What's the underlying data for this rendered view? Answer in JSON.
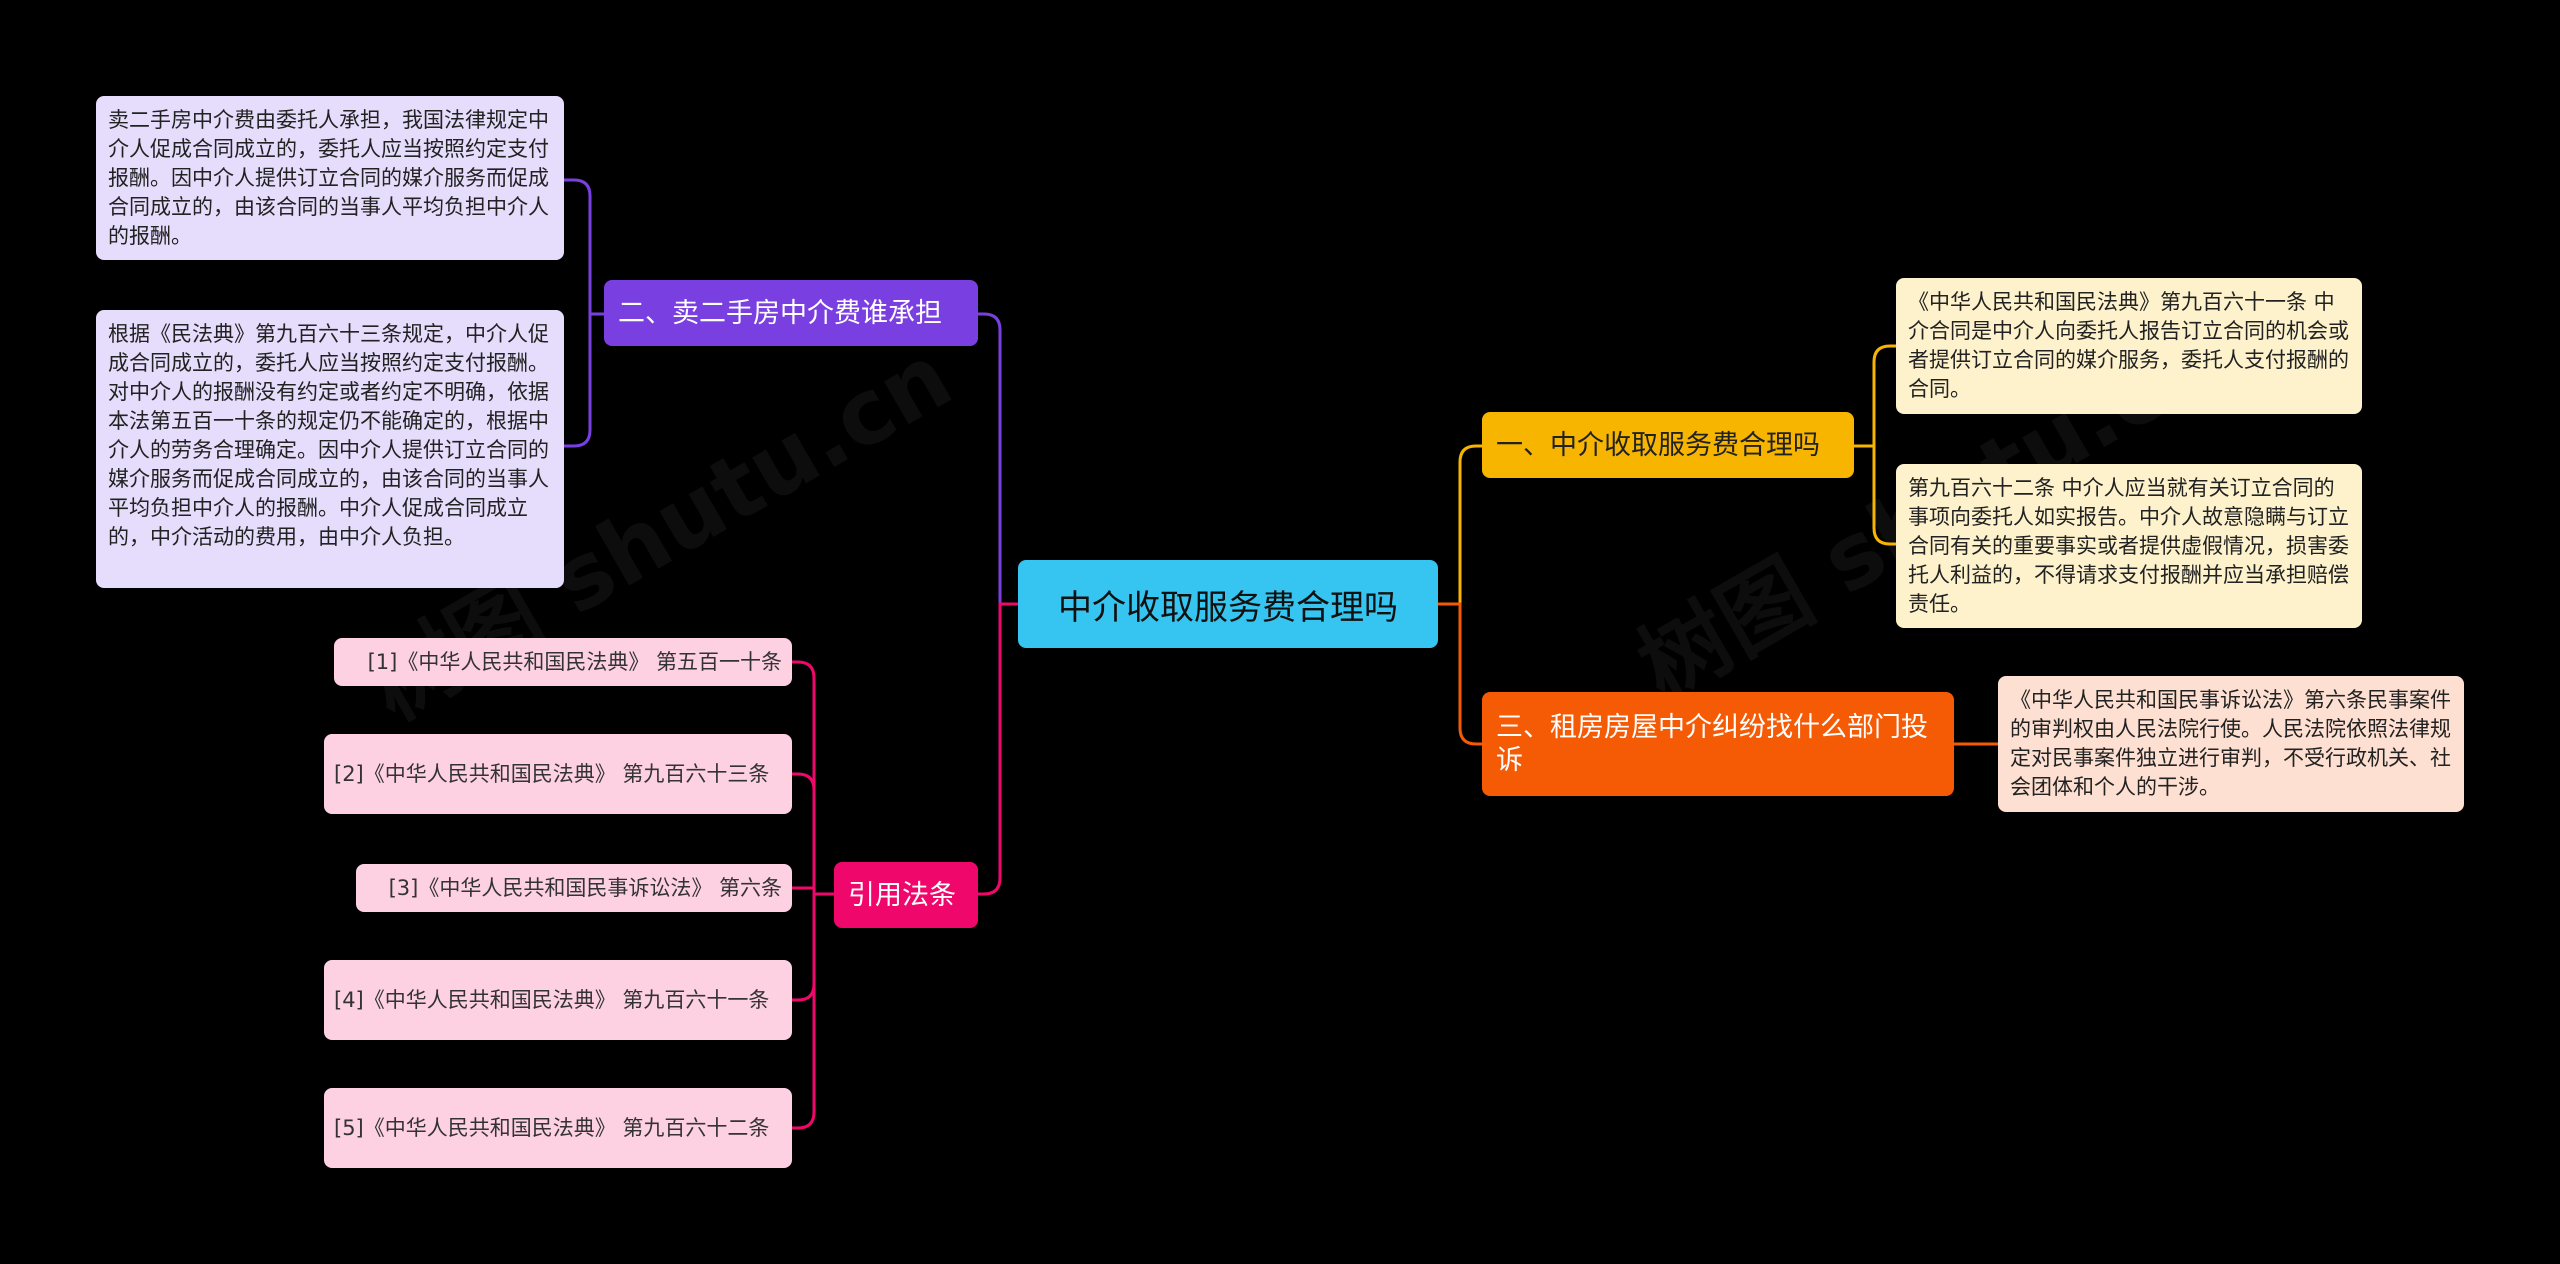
{
  "colors": {
    "background": "#000000",
    "root": "#36c5f0",
    "branch_purple": "#7a3fe0",
    "branch_yellow": "#f7b500",
    "branch_orange": "#f55a05",
    "branch_pink": "#f0076b",
    "leaf_purple": "#e6dcfb",
    "leaf_yellow": "#fdf2cc",
    "leaf_orange": "#fde0d2",
    "leaf_pink": "#fdd1e1"
  },
  "root": {
    "label": "中介收取服务费合理吗"
  },
  "branches": {
    "b1": {
      "label": "一、中介收取服务费合理吗",
      "leaves": [
        "《中华人民共和国民法典》第九百六十一条 中介合同是中介人向委托人报告订立合同的机会或者提供订立合同的媒介服务，委托人支付报酬的合同。",
        "第九百六十二条 中介人应当就有关订立合同的事项向委托人如实报告。中介人故意隐瞒与订立合同有关的重要事实或者提供虚假情况，损害委托人利益的，不得请求支付报酬并应当承担赔偿责任。"
      ]
    },
    "b2": {
      "label": "二、卖二手房中介费谁承担",
      "leaves": [
        "卖二手房中介费由委托人承担，我国法律规定中介人促成合同成立的，委托人应当按照约定支付报酬。因中介人提供订立合同的媒介服务而促成合同成立的，由该合同的当事人平均负担中介人的报酬。",
        "根据《民法典》第九百六十三条规定，中介人促成合同成立的，委托人应当按照约定支付报酬。对中介人的报酬没有约定或者约定不明确，依据本法第五百一十条的规定仍不能确定的，根据中介人的劳务合理确定。因中介人提供订立合同的媒介服务而促成合同成立的，由该合同的当事人平均负担中介人的报酬。中介人促成合同成立的，中介活动的费用，由中介人负担。"
      ]
    },
    "b3": {
      "label": "三、租房房屋中介纠纷找什么部门投诉",
      "leaves": [
        "《中华人民共和国民事诉讼法》第六条民事案件的审判权由人民法院行使。人民法院依照法律规定对民事案件独立进行审判，不受行政机关、社会团体和个人的干涉。"
      ]
    },
    "b4": {
      "label": "引用法条",
      "refs": [
        "[1]《中华人民共和国民法典》 第五百一十条",
        "[2]《中华人民共和国民法典》 第九百六十三条",
        "[3]《中华人民共和国民事诉讼法》 第六条",
        "[4]《中华人民共和国民法典》 第九百六十一条",
        "[5]《中华人民共和国民法典》 第九百六十二条"
      ]
    }
  },
  "watermark": "树图 shutu.cn"
}
